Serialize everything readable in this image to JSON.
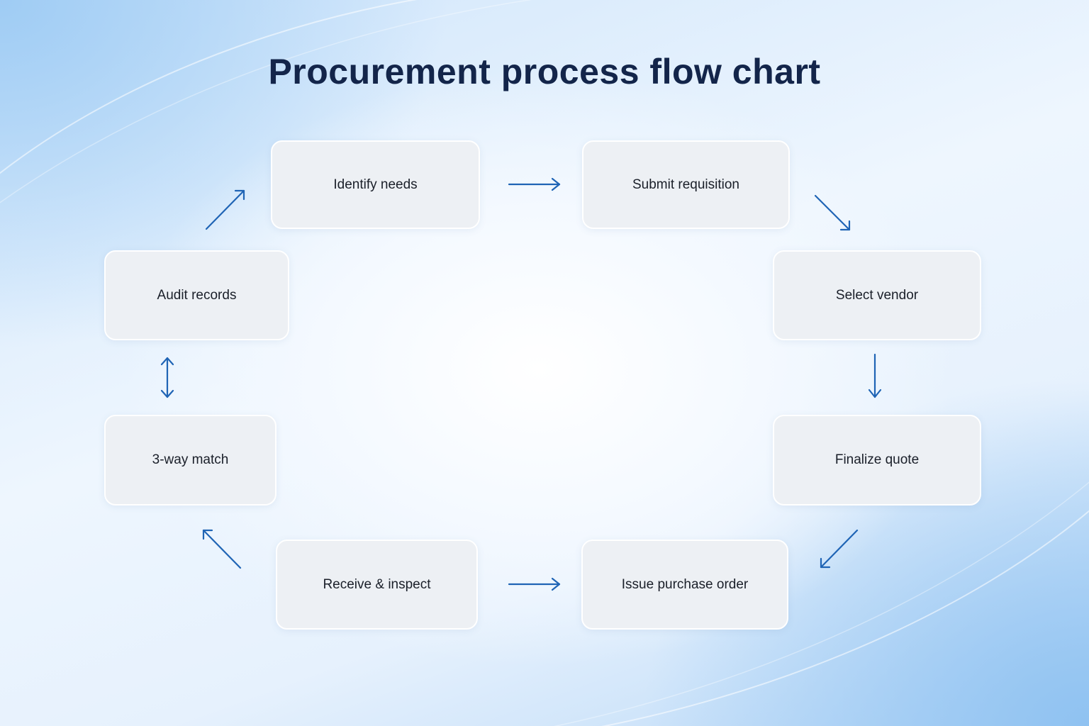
{
  "title": "Procurement process flow chart",
  "colors": {
    "title": "#13254a",
    "node_fill": "#edf0f4",
    "node_border": "#ffffff",
    "arrow": "#1f64b5",
    "text": "#1a1f29"
  },
  "nodes": {
    "identify_needs": "Identify needs",
    "submit_requisition": "Submit requisition",
    "select_vendor": "Select vendor",
    "finalize_quote": "Finalize quote",
    "issue_purchase_order": "Issue purchase order",
    "receive_inspect": "Receive & inspect",
    "three_way_match": "3-way match",
    "audit_records": "Audit records"
  },
  "edges": [
    {
      "from": "Identify needs",
      "to": "Submit requisition",
      "direction": "one-way"
    },
    {
      "from": "Submit requisition",
      "to": "Select vendor",
      "direction": "one-way"
    },
    {
      "from": "Select vendor",
      "to": "Finalize quote",
      "direction": "one-way"
    },
    {
      "from": "Finalize quote",
      "to": "Issue purchase order",
      "direction": "one-way"
    },
    {
      "from": "Receive & inspect",
      "to": "Issue purchase order",
      "direction": "one-way"
    },
    {
      "from": "Receive & inspect",
      "to": "3-way match",
      "direction": "one-way"
    },
    {
      "from": "3-way match",
      "to": "Audit records",
      "direction": "two-way"
    },
    {
      "from": "Audit records",
      "to": "Identify needs",
      "direction": "one-way"
    }
  ]
}
